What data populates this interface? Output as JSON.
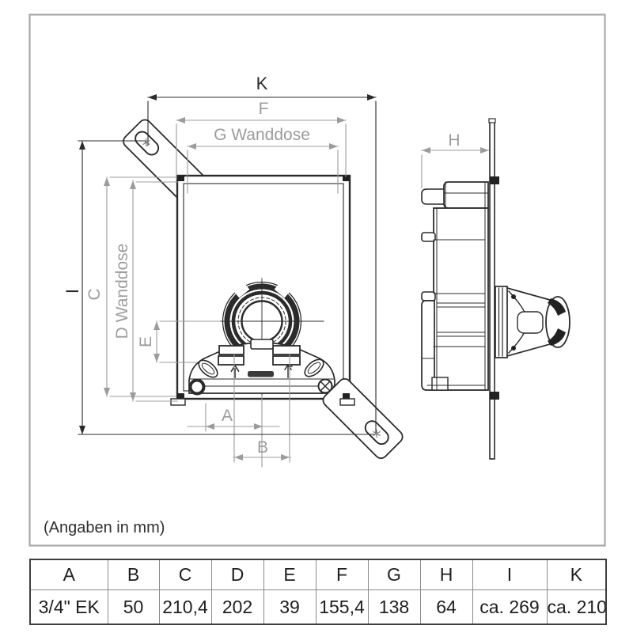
{
  "note": "(Angaben in mm)",
  "dimension_labels": {
    "K": "K",
    "F": "F",
    "G_wanddose": "G Wanddose",
    "H": "H",
    "I": "I",
    "C": "C",
    "D_wanddose": "D Wanddose",
    "E": "E",
    "A": "A",
    "B": "B"
  },
  "table": {
    "headers": [
      "A",
      "B",
      "C",
      "D",
      "E",
      "F",
      "G",
      "H",
      "I",
      "K"
    ],
    "values": [
      "3/4\" EK",
      "50",
      "210,4",
      "202",
      "39",
      "155,4",
      "138",
      "64",
      "ca. 269",
      "ca. 210"
    ]
  },
  "colors": {
    "drawing_line": "#2b2b2b",
    "dimension_gray": "#9c9c9c",
    "frame_border": "#a9a9a9",
    "table_border": "#3f3f3f",
    "text": "#1f1f1f"
  }
}
